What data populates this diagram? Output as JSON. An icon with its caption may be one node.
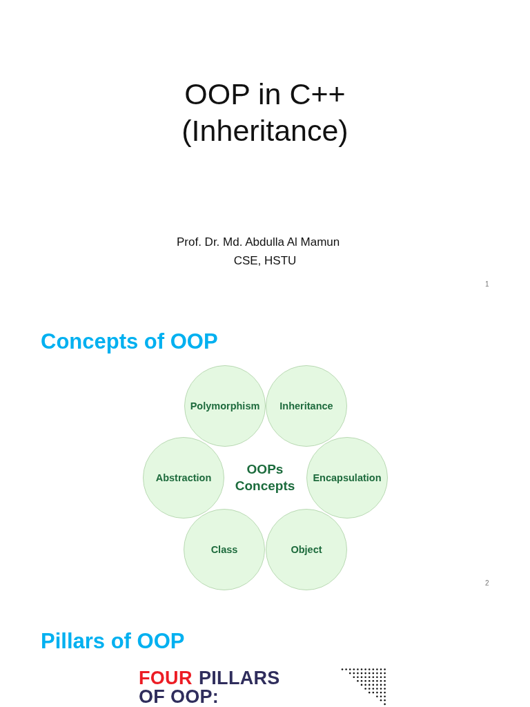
{
  "diagram": {
    "title": "OOP in C++ (Inheritance)",
    "nodes": [
      {
        "text": [
          "Polymorphism"
        ]
      },
      {
        "text": [
          "Inheritance"
        ]
      },
      {
        "text": [
          "Abstraction"
        ]
      },
      {
        "text": [
          "Encapsulation"
        ]
      },
      {
        "text": [
          "Class"
        ]
      },
      {
        "text": [
          "Object"
        ]
      }
    ],
    "labels": [
      "Prof. Dr. Md. Abdulla Al Mamun",
      "CSE, HSTU",
      "1",
      "Concepts of OOP",
      "OOPs Concepts",
      "2",
      "Pillars of OOP",
      "FOUR",
      "PILLARS",
      "OF OOP:"
    ]
  }
}
